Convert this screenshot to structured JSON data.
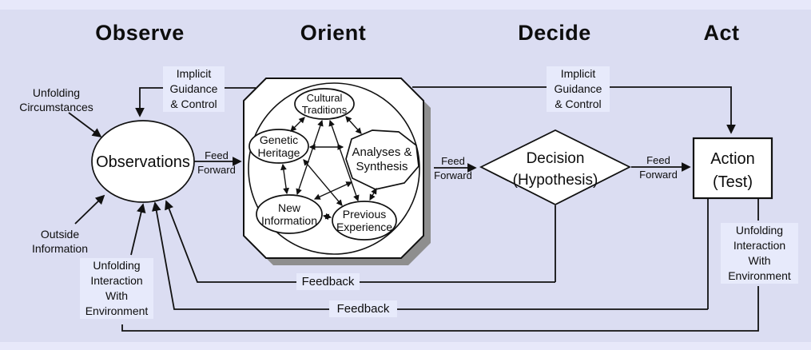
{
  "phases": {
    "observe": "Observe",
    "orient": "Orient",
    "decide": "Decide",
    "act": "Act"
  },
  "nodes": {
    "observations": "Observations",
    "decision": [
      "Decision",
      "(Hypothesis)"
    ],
    "action": [
      "Action",
      "(Test)"
    ],
    "cultural_traditions": [
      "Cultural",
      "Traditions"
    ],
    "genetic_heritage": [
      "Genetic",
      "Heritage"
    ],
    "analyses_synthesis": [
      "Analyses &",
      "Synthesis"
    ],
    "new_information": [
      "New",
      "Information"
    ],
    "previous_experience": [
      "Previous",
      "Experience"
    ]
  },
  "annotations": {
    "unfolding_circumstances": [
      "Unfolding",
      "Circumstances"
    ],
    "outside_information": [
      "Outside",
      "Information"
    ],
    "implicit_guidance_control": [
      "Implicit",
      "Guidance",
      "& Control"
    ],
    "unfolding_interaction_environment": [
      "Unfolding",
      "Interaction",
      "With",
      "Environment"
    ],
    "feed_forward": [
      "Feed",
      "Forward"
    ],
    "feedback": "Feedback"
  },
  "colors": {
    "background": "#dbddf2",
    "background_strip": "#e7e8fa",
    "label_background": "#e7eafb",
    "shape_fill": "#ffffff",
    "line": "#111111",
    "shadow": "#8e8e8e"
  }
}
